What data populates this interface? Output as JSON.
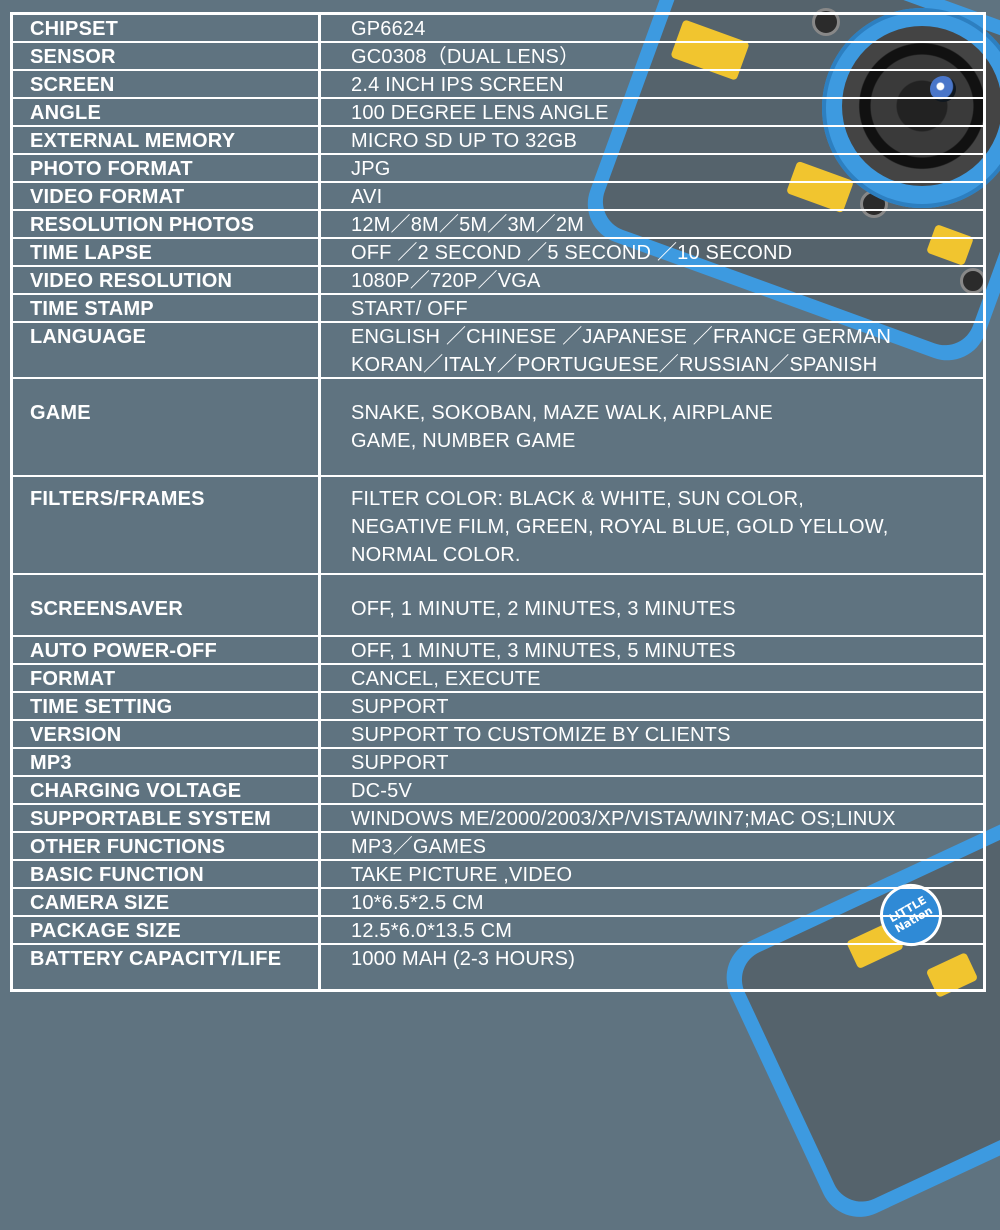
{
  "brand": {
    "badge_line1": "LITTLE",
    "badge_line2": "Nation"
  },
  "colors": {
    "background": "#5f7380",
    "border": "#ffffff",
    "camera_blue": "#3d9ae0",
    "truck_yellow": "#f1c52f"
  },
  "specs": [
    {
      "label": "CHIPSET",
      "lines": [
        "GP6624"
      ]
    },
    {
      "label": "SENSOR",
      "lines": [
        "GC0308（DUAL LENS）"
      ]
    },
    {
      "label": "SCREEN",
      "lines": [
        "2.4 INCH IPS SCREEN"
      ]
    },
    {
      "label": "ANGLE",
      "lines": [
        "100 DEGREE LENS ANGLE"
      ]
    },
    {
      "label": "EXTERNAL MEMORY",
      "lines": [
        "MICRO SD UP TO 32GB"
      ]
    },
    {
      "label": "PHOTO FORMAT",
      "lines": [
        "JPG"
      ]
    },
    {
      "label": "VIDEO FORMAT",
      "lines": [
        "AVI"
      ]
    },
    {
      "label": "RESOLUTION PHOTOS",
      "lines": [
        "12M／8M／5M／3M／2M"
      ]
    },
    {
      "label": "TIME LAPSE",
      "lines": [
        "OFF ／2 SECOND ／5 SECOND ／10 SECOND"
      ]
    },
    {
      "label": "VIDEO RESOLUTION",
      "lines": [
        "1080P／720P／VGA"
      ]
    },
    {
      "label": "TIME STAMP",
      "lines": [
        "START/ OFF"
      ]
    },
    {
      "label": "LANGUAGE",
      "lines": [
        "ENGLISH ／CHINESE ／JAPANESE ／FRANCE GERMAN",
        "KORAN／ITALY／PORTUGUESE／RUSSIAN／SPANISH"
      ]
    },
    {
      "label": "GAME",
      "lines": [
        "SNAKE, SOKOBAN, MAZE WALK, AIRPLANE",
        "GAME, NUMBER GAME"
      ]
    },
    {
      "label": "FILTERS/FRAMES",
      "lines": [
        "FILTER COLOR: BLACK & WHITE, SUN COLOR,",
        "NEGATIVE  FILM, GREEN, ROYAL BLUE, GOLD YELLOW,",
        "NORMAL COLOR."
      ]
    },
    {
      "label": "SCREENSAVER",
      "lines": [
        "OFF, 1 MINUTE, 2 MINUTES, 3 MINUTES"
      ]
    },
    {
      "label": "AUTO POWER-OFF",
      "lines": [
        "OFF, 1 MINUTE, 3 MINUTES, 5 MINUTES"
      ]
    },
    {
      "label": "FORMAT",
      "lines": [
        "CANCEL, EXECUTE"
      ]
    },
    {
      "label": "TIME SETTING",
      "lines": [
        "SUPPORT"
      ]
    },
    {
      "label": "VERSION",
      "lines": [
        "SUPPORT TO CUSTOMIZE BY CLIENTS"
      ]
    },
    {
      "label": "MP3",
      "lines": [
        "SUPPORT"
      ]
    },
    {
      "label": "CHARGING VOLTAGE",
      "lines": [
        "DC-5V"
      ]
    },
    {
      "label": "SUPPORTABLE SYSTEM",
      "lines": [
        "WINDOWS ME/2000/2003/XP/VISTA/WIN7;MAC OS;LINUX"
      ]
    },
    {
      "label": "OTHER FUNCTIONS",
      "lines": [
        "MP3／GAMES"
      ]
    },
    {
      "label": "BASIC FUNCTION",
      "lines": [
        "TAKE PICTURE ,VIDEO"
      ]
    },
    {
      "label": "CAMERA SIZE",
      "lines": [
        "10*6.5*2.5 CM"
      ]
    },
    {
      "label": "PACKAGE SIZE",
      "lines": [
        "12.5*6.0*13.5 CM"
      ]
    },
    {
      "label": "BATTERY CAPACITY/LIFE",
      "lines": [
        " 1000 MAH (2-3 HOURS)"
      ]
    }
  ]
}
